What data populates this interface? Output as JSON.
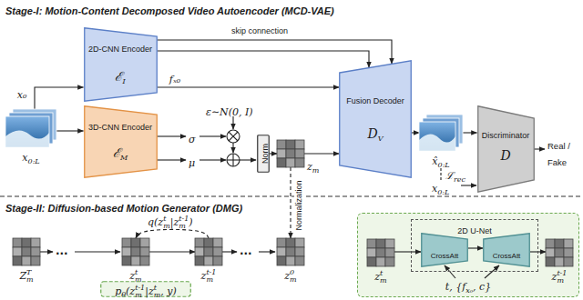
{
  "diagram": {
    "nodes": [
      {
        "text": [
          "x",
          "0:L"
        ]
      },
      {
        "text": [
          "2D-CNN Encoder",
          "ℰ",
          "I"
        ]
      },
      {
        "text": [
          "3D-CNN Encoder",
          "ℰ",
          "M"
        ]
      },
      {
        "text": [
          "Norm"
        ]
      },
      {
        "text": [
          "z",
          "m"
        ]
      },
      {
        "text": [
          "Fusion Decoder",
          "D",
          "V"
        ]
      },
      {
        "text": [
          "x̂",
          "0:L"
        ]
      },
      {
        "text": [
          "Discriminator",
          "D"
        ]
      },
      {
        "text": [
          "Z",
          "m",
          "T"
        ]
      },
      {
        "text": [
          "z",
          "m",
          "t"
        ]
      },
      {
        "text": [
          "z",
          "m",
          "t-1"
        ]
      },
      {
        "text": [
          "z",
          "m",
          "0"
        ]
      },
      {
        "text": [
          "p",
          "θ",
          "(z",
          "m",
          "t-1",
          "|z",
          "m",
          "t",
          ", y)"
        ]
      },
      {
        "text": [
          "t, {f",
          "x₀",
          ", c}"
        ]
      },
      {
        "text": [
          "z",
          "m",
          "t"
        ],
        "in": 13
      },
      {
        "text": [
          "2D U-Net"
        ],
        "in": 13
      },
      {
        "text": [
          "CrossAtt"
        ],
        "in": 15
      },
      {
        "text": [
          "CrossAtt"
        ],
        "in": 15
      },
      {
        "text": [
          "z",
          "m",
          "t-1"
        ],
        "in": 13
      }
    ],
    "edges": [
      {
        "from": 0,
        "to": 1,
        "arrow": "to",
        "label": "x₀"
      },
      {
        "from": 0,
        "to": 2,
        "arrow": "to"
      },
      {
        "from": 1,
        "to": 5,
        "arrow": "to",
        "label": "skip connection"
      },
      {
        "from": 1,
        "to": 5,
        "arrow": "to"
      },
      {
        "from": 1,
        "to": 5,
        "arrow": "to",
        "label": "fₓ₀"
      },
      {
        "from": 3,
        "to": 4,
        "arrow": "to"
      },
      {
        "from": 4,
        "to": 5,
        "arrow": "to"
      },
      {
        "from": 5,
        "to": 6,
        "arrow": "to"
      },
      {
        "from": 6,
        "to": 7,
        "arrow": "to"
      },
      {
        "from": 4,
        "to": 11,
        "arrow": "to",
        "label": "Normalization"
      },
      {
        "from": 9,
        "to": 10,
        "arrow": "to"
      },
      {
        "from": 10,
        "to": 9,
        "arrow": "to"
      },
      {
        "from": 14,
        "to": 16,
        "arrow": "to"
      },
      {
        "from": 16,
        "to": 17,
        "arrow": "to"
      },
      {
        "from": 17,
        "to": 18,
        "arrow": "to"
      }
    ],
    "labels": [
      "Stage-I: Motion-Content Decomposed Video Autoencoder (MCD-VAE)",
      "ε∼N(0, I)",
      "σ",
      "μ",
      "ℒ",
      "rec",
      "x",
      "0:L",
      "Real / Fake",
      "Stage-II: Diffusion-based Motion Generator (DMG)",
      "q(z",
      "m",
      "t",
      "|z",
      "m",
      "t-1",
      ")",
      "···",
      "···"
    ]
  }
}
